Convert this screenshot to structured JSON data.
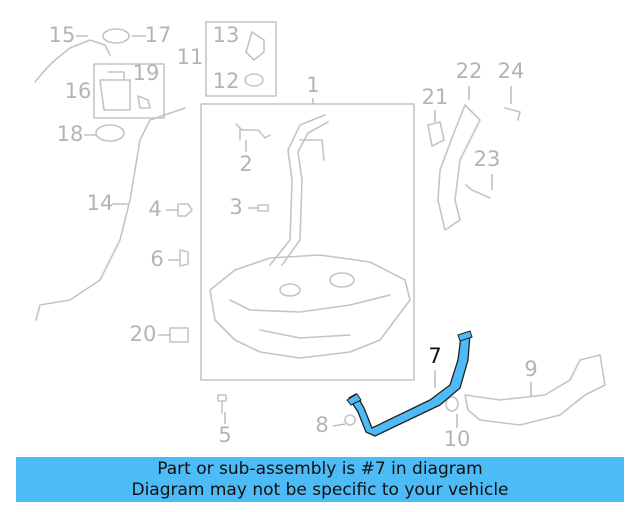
{
  "diagram": {
    "highlighted_part": "7",
    "highlight_color": "#4dbbf5",
    "callouts": [
      "1",
      "2",
      "3",
      "4",
      "5",
      "6",
      "7",
      "8",
      "9",
      "10",
      "11",
      "12",
      "13",
      "14",
      "15",
      "16",
      "17",
      "18",
      "19",
      "20",
      "21",
      "22",
      "23",
      "24"
    ]
  },
  "banner": {
    "line1": "Part or sub-assembly is #7 in diagram",
    "line2": "Diagram may not be specific to your vehicle",
    "background": "#4dbbf5"
  }
}
